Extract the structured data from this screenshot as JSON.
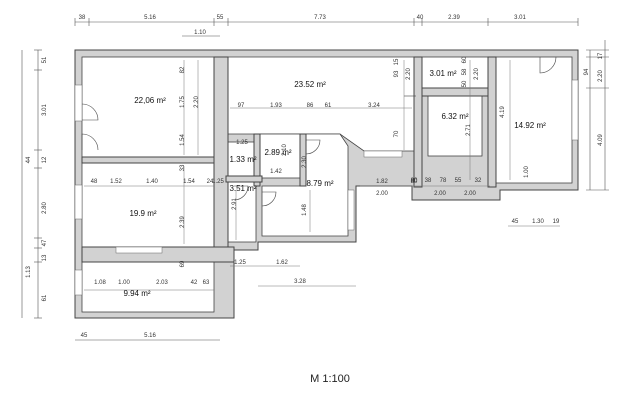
{
  "scale_label": "M 1:100",
  "rooms": [
    {
      "id": "r1",
      "area": "22,06 m²"
    },
    {
      "id": "r2",
      "area": "23.52 m²"
    },
    {
      "id": "r3",
      "area": "3.01 m²"
    },
    {
      "id": "r4",
      "area": "6.32 m²"
    },
    {
      "id": "r5",
      "area": "14.92 m²"
    },
    {
      "id": "r6",
      "area": "1.33 m²"
    },
    {
      "id": "r7",
      "area": "2.89 m²"
    },
    {
      "id": "r8",
      "area": "8.79 m²"
    },
    {
      "id": "r9",
      "area": "3.51 m²"
    },
    {
      "id": "r10",
      "area": "19.9 m²"
    },
    {
      "id": "r11",
      "area": "9.94 m²"
    }
  ],
  "dimensions": {
    "top": [
      "38",
      "5.16",
      "55",
      "7.73",
      "40",
      "2.39",
      "3.01"
    ],
    "top_sub": "1.10",
    "bottom": [
      "45",
      "5.16"
    ],
    "bottom_mid": "3.28",
    "left_outer": [
      "51",
      "3.01",
      "12",
      "2.80",
      "47",
      "13",
      "61"
    ],
    "left_inner": [
      "1.13",
      "44"
    ],
    "right": [
      "94",
      "17",
      "2.20",
      "4.09"
    ],
    "interior": [
      "82",
      "1.75",
      "2.20",
      "1.54",
      "1.25",
      "97",
      "1.93",
      "86",
      "61",
      "3.24",
      "15",
      "93",
      "2.20",
      "80",
      "60",
      "58",
      "50",
      "2.20",
      "2.71",
      "4.19",
      "1.00",
      "1.52",
      "1.40",
      "33",
      "1.54",
      "1.25",
      "1.42",
      "2.10",
      "2.30",
      "1.82",
      "80",
      "38",
      "78",
      "55",
      "32",
      "2.00",
      "2.00",
      "2.00",
      "1.48",
      "2.91",
      "2.39",
      "1.25",
      "1.62",
      "1.08",
      "1.00",
      "2.03",
      "42",
      "63",
      "69",
      "70",
      "45",
      "1.30",
      "19",
      "48",
      "24"
    ]
  }
}
